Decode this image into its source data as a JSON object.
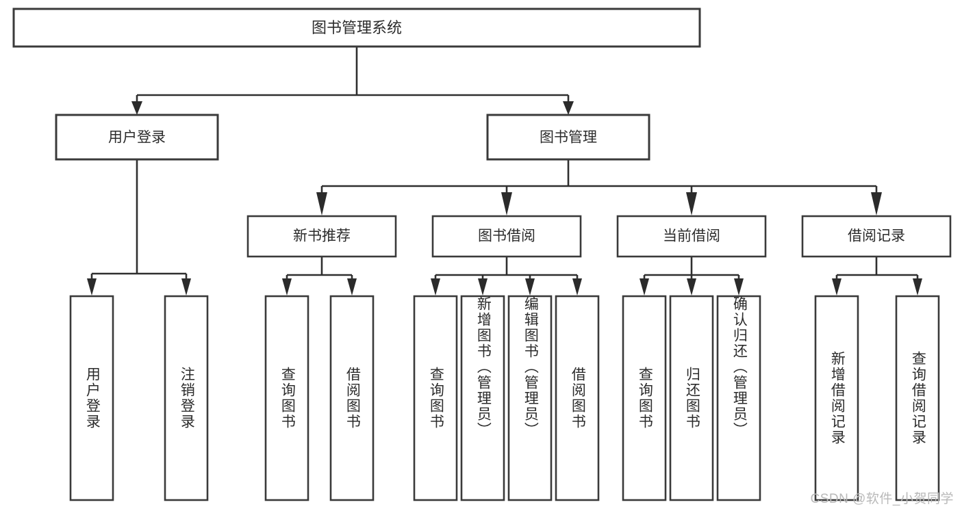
{
  "diagram": {
    "title": "图书管理系统",
    "type": "tree-hierarchy-diagram",
    "colors": {
      "box_stroke": "#3a3a3a",
      "box_fill": "#ffffff",
      "connector": "#2f2f2f",
      "text": "#2b2b2b",
      "watermark": "#b9b9b9",
      "background": "#ffffff"
    },
    "root": {
      "label": "图书管理系统"
    },
    "level2": [
      {
        "label": "用户登录"
      },
      {
        "label": "图书管理"
      }
    ],
    "level3": [
      {
        "label": "新书推荐"
      },
      {
        "label": "图书借阅"
      },
      {
        "label": "当前借阅"
      },
      {
        "label": "借阅记录"
      }
    ],
    "leaves": {
      "user_login": [
        {
          "label": "用户登录"
        },
        {
          "label": "注销登录"
        }
      ],
      "new_book_recommend": [
        {
          "label": "查询图书"
        },
        {
          "label": "借阅图书"
        }
      ],
      "book_borrow": [
        {
          "label": "查询图书"
        },
        {
          "label": "新增图书（管理员）"
        },
        {
          "label": "编辑图书（管理员）"
        },
        {
          "label": "借阅图书"
        }
      ],
      "current_borrow": [
        {
          "label": "查询图书"
        },
        {
          "label": "归还图书"
        },
        {
          "label": "确认归还（管理员）"
        }
      ],
      "borrow_record": [
        {
          "label": "新增借阅记录"
        },
        {
          "label": "查询借阅记录"
        }
      ]
    },
    "watermark": "CSDN @软件_小贺同学"
  }
}
